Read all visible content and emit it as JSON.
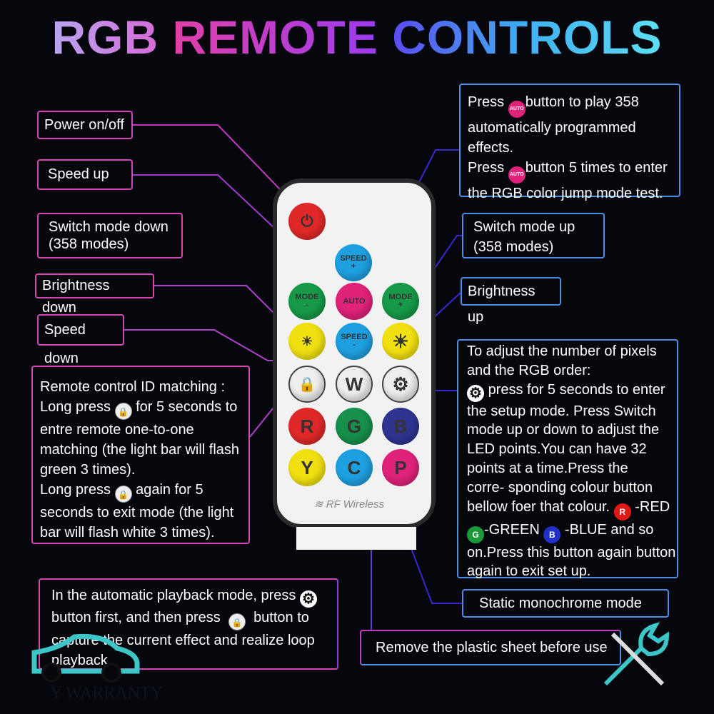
{
  "title": {
    "part1": "RGB",
    "part2": "REMOTE",
    "part3": "CONTROLS"
  },
  "labels": {
    "power": "Power on/off",
    "speed_up": "Speed up",
    "mode_down": [
      "Switch mode down",
      "(358 modes)"
    ],
    "bright_down": "Brightness down",
    "speed_down": "Speed down",
    "mode_up": [
      "Switch mode up",
      "(358 modes)"
    ],
    "bright_up": "Brightness up",
    "static": "Static monochrome mode",
    "plastic": "Remove the plastic sheet before use"
  },
  "auto_box": {
    "l1a": "Press",
    "l1b": "button to play 358",
    "l2": "automatically programmed",
    "l3": "effects.",
    "l4a": "Press",
    "l4b": "button 5 times to enter",
    "l5": "the RGB color jump mode test.",
    "icon_label": "AUTO"
  },
  "id_box": {
    "l1": "Remote control ID matching :",
    "l2a": "Long press",
    "l2b": "for 5 seconds to",
    "l3": "entre remote one-to-one",
    "l4": "matching (the light bar will flash",
    "l5": "green 3 times).",
    "l6a": "Long press",
    "l6b": "again for 5",
    "l7": "seconds to exit mode (the light",
    "l8": "bar will flash white 3 times)."
  },
  "pixel_box": {
    "l1": "To adjust the number of pixels",
    "l2": "and the RGB order:",
    "l3": "press for 5 seconds to enter",
    "l4": "the setup mode. Press Switch",
    "l5": "mode up or down to adjust the",
    "l6": "LED points.You can have 32",
    "l7": "points at a time.Press the",
    "l8": "corre- sponding colour button",
    "l9": "bellow foer that colour.",
    "l9b": "-RED",
    "l10a": "-GREEN",
    "l10b": "-BLUE and so",
    "l11": "on.Press this button again button",
    "l12": "again to exit set up.",
    "r": "R",
    "g": "G",
    "b": "B"
  },
  "loop_box": {
    "l1": "In the automatic playback mode, press",
    "l2a": "button first, and then press",
    "l2b": "button to",
    "l3": "capture the current effect and realize loop",
    "l4": "playback."
  },
  "remote": {
    "speed": "SPEED",
    "plus": "+",
    "minus": "-",
    "mode": "MODE",
    "auto": "AUTO",
    "w": "W",
    "r": "R",
    "g": "G",
    "b": "B",
    "y": "Y",
    "c": "C",
    "p": "P",
    "rf": "RF Wireless"
  },
  "watermark": "Y WARRANTY"
}
